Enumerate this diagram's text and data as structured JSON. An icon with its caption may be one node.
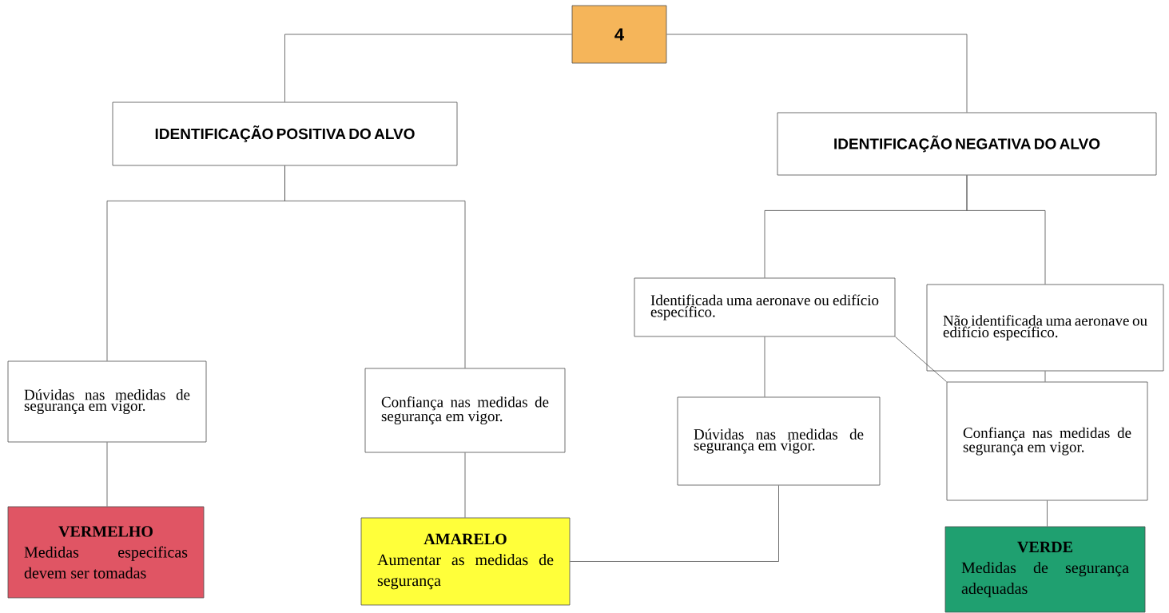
{
  "diagram": {
    "nodes": [
      {
        "text": [
          "4"
        ]
      },
      {
        "text": [
          "IDENTIFICAÇÃO POSITIVA DO ALVO"
        ]
      },
      {
        "text": [
          "IDENTIFICAÇÃO NEGATIVA DO ALVO"
        ]
      },
      {
        "text": [
          "Dúvidas nas medidas de segurança em vigor."
        ]
      },
      {
        "text": [
          "Confiança nas medidas de segurança em vigor."
        ]
      },
      {
        "text": [
          "Identificada uma aeronave ou edifício específico."
        ]
      },
      {
        "text": [
          "Não identificada uma aeronave ou edifício específico."
        ]
      },
      {
        "text": [
          "Dúvidas nas medidas de segurança em vigor."
        ]
      },
      {
        "text": [
          "Confiança nas medidas de segurança em vigor."
        ]
      },
      {
        "text": [
          "VERMELHO",
          "Medidas especificas devem ser tomadas"
        ]
      },
      {
        "text": [
          "AMARELO",
          "Aumentar as medidas de segurança"
        ]
      },
      {
        "text": [
          "VERDE",
          "Medidas de segurança adequadas"
        ]
      }
    ],
    "edges": [
      {
        "from": 0,
        "to": 1,
        "arrow": "none"
      },
      {
        "from": 0,
        "to": 2,
        "arrow": "none"
      },
      {
        "from": 1,
        "to": 3,
        "arrow": "none"
      },
      {
        "from": 1,
        "to": 4,
        "arrow": "none"
      },
      {
        "from": 2,
        "to": 5,
        "arrow": "none"
      },
      {
        "from": 2,
        "to": 6,
        "arrow": "none"
      },
      {
        "from": 5,
        "to": 7,
        "arrow": "none"
      },
      {
        "from": 5,
        "to": 8,
        "arrow": "none"
      },
      {
        "from": 6,
        "to": 8,
        "arrow": "none"
      },
      {
        "from": 3,
        "to": 9,
        "arrow": "none"
      },
      {
        "from": 4,
        "to": 10,
        "arrow": "none"
      },
      {
        "from": 7,
        "to": 10,
        "arrow": "none"
      },
      {
        "from": 8,
        "to": 11,
        "arrow": "none"
      }
    ]
  }
}
